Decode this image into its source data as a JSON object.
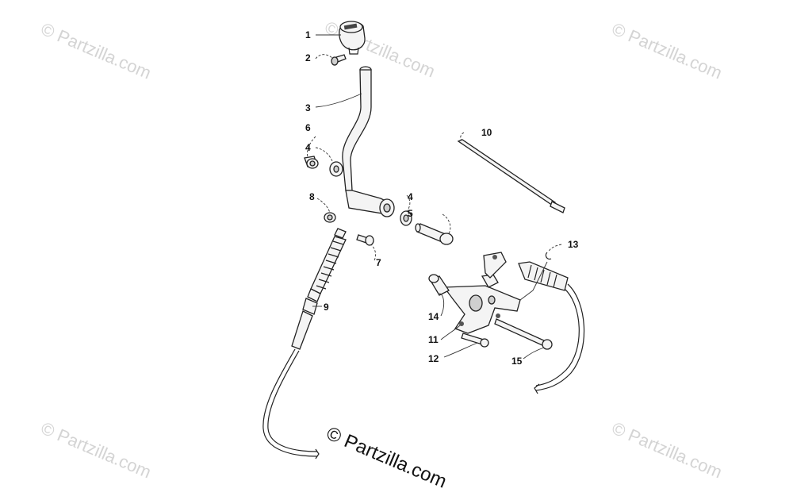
{
  "watermark": {
    "text": "© Partzilla.com",
    "main_text": "© Partzilla.com"
  },
  "callouts": [
    "1",
    "2",
    "3",
    "6",
    "4",
    "10",
    "8",
    "4",
    "5",
    "13",
    "7",
    "9",
    "14",
    "11",
    "12",
    "15"
  ]
}
